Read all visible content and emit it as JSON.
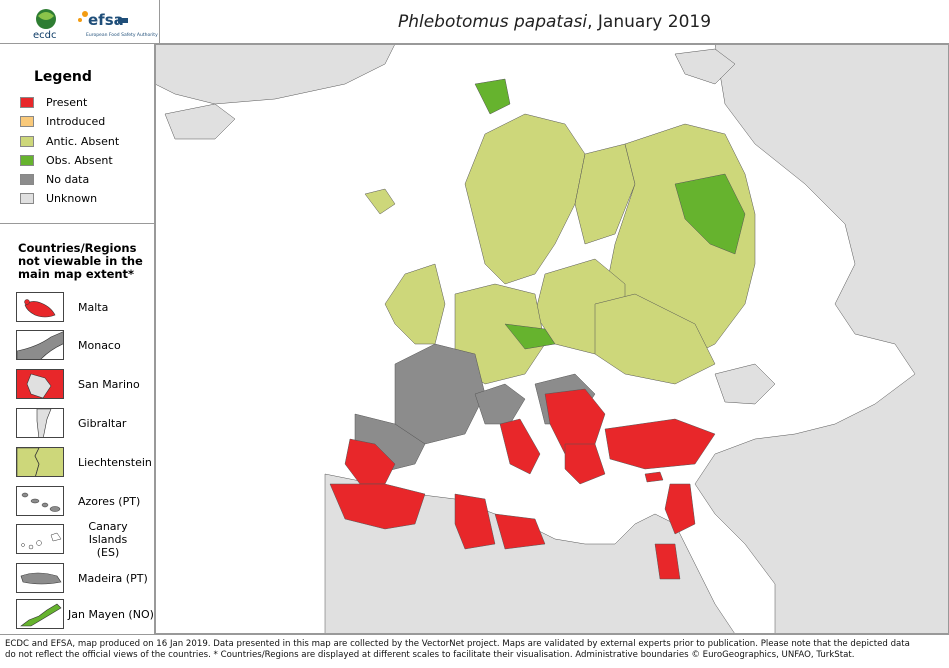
{
  "title": {
    "species": "Phlebotomus papatasi",
    "date": ", January 2019"
  },
  "logos": {
    "ecdc": "ecdc",
    "efsa": "efsa",
    "efsa_sub": "European Food Safety Authority"
  },
  "legend": {
    "title": "Legend",
    "items": [
      {
        "label": "Present",
        "color": "#e8272a"
      },
      {
        "label": "Introduced",
        "color": "#f9c97a"
      },
      {
        "label": "Antic. Absent",
        "color": "#cdd77a"
      },
      {
        "label": "Obs. Absent",
        "color": "#66b32e"
      },
      {
        "label": "No data",
        "color": "#8c8c8c"
      },
      {
        "label": "Unknown",
        "color": "#e0e0e0"
      }
    ]
  },
  "regions": {
    "heading": "Countries/Regions not viewable in the main map extent*",
    "items": [
      {
        "label": "Malta"
      },
      {
        "label": "Monaco"
      },
      {
        "label": "San Marino"
      },
      {
        "label": "Gibraltar"
      },
      {
        "label": "Liechtenstein"
      },
      {
        "label": "Azores (PT)"
      },
      {
        "label": "Canary Islands (ES)"
      },
      {
        "label": "Madeira (PT)"
      },
      {
        "label": "Jan Mayen (NO)"
      }
    ]
  },
  "footer": {
    "line1": "ECDC and EFSA, map produced on 16 Jan 2019. Data presented in this map are collected by the VectorNet project. Maps are validated by external experts prior to publication. Please note that the depicted data",
    "line2": "do not reflect the official views of the countries. * Countries/Regions are displayed at different scales to facilitate their visualisation. Administrative boundaries © EuroGeographics, UNFAO, TurkStat."
  },
  "colors": {
    "sea": "#ffffff",
    "outside": "#e0e0e0",
    "border": "#555555"
  }
}
